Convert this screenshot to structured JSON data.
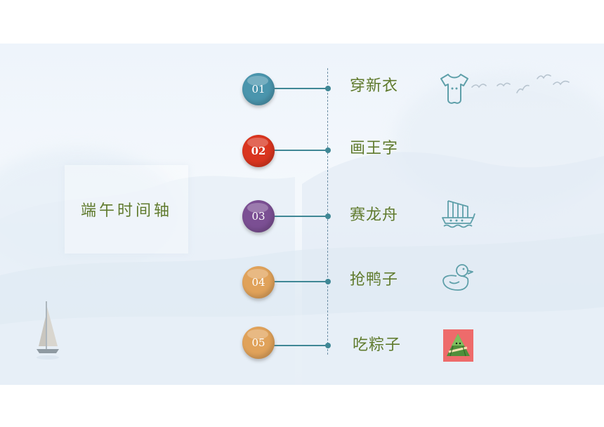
{
  "title": "端午时间轴",
  "items": [
    {
      "number": "01",
      "label": "穿新衣",
      "color": "#4a95ad",
      "icon": "baby-onesie-icon"
    },
    {
      "number": "02",
      "label": "画王字",
      "color": "#d9351f",
      "icon": ""
    },
    {
      "number": "03",
      "label": "赛龙舟",
      "color": "#7b4f93",
      "icon": "dragon-boat-icon"
    },
    {
      "number": "04",
      "label": "抢鸭子",
      "color": "#e0a25a",
      "icon": "duck-icon"
    },
    {
      "number": "05",
      "label": "吃粽子",
      "color": "#e0a25a",
      "icon": "zongzi-icon"
    }
  ],
  "colors": {
    "accent_line": "#3f8795",
    "text_green": "#5f7a2c",
    "icon_teal": "#5e9fa9",
    "zongzi_bg": "#ee6b6b"
  }
}
